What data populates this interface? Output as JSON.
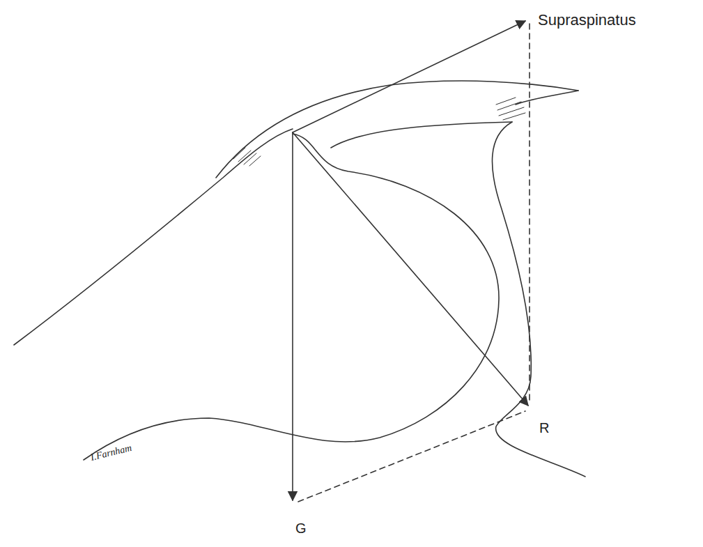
{
  "diagram": {
    "labels": [
      "Supraspinatus",
      "G",
      "R",
      "I.Farnham"
    ]
  }
}
